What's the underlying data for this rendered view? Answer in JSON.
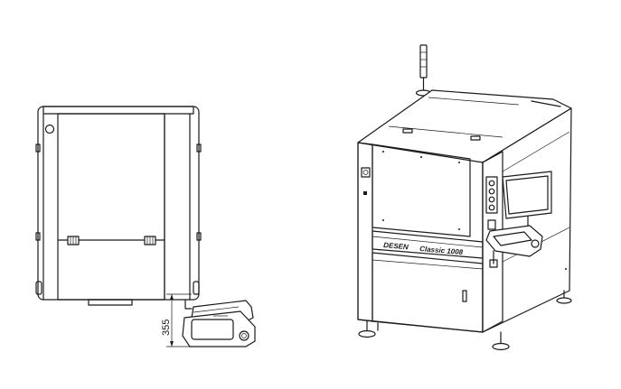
{
  "top_view": {
    "dimension_label": "355"
  },
  "iso_view": {
    "brand_logo_text": "DESEN",
    "model_label": "Classic 1008"
  },
  "colors": {
    "line": "#1a1a1a",
    "background": "#ffffff"
  }
}
